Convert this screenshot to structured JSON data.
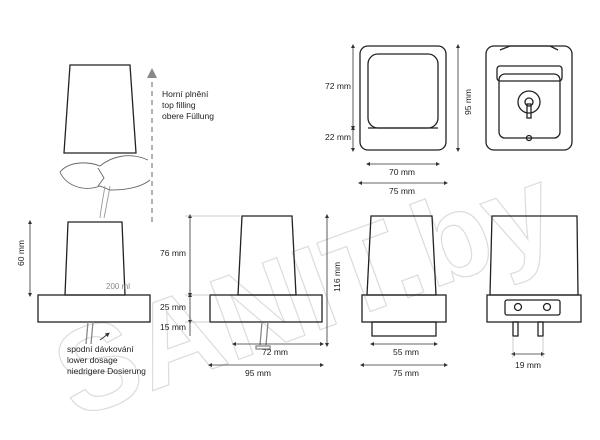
{
  "watermark": "SANIT.by",
  "notes": {
    "top_filling": [
      "Horní plnění",
      "top filling",
      "obere Füllung"
    ],
    "lower_dosage": [
      "spodní dávkování",
      "lower dosage",
      "niedrigere Dosierung"
    ]
  },
  "capacity_label": "200 ml",
  "dimensions": {
    "front_height_total": "60 mm",
    "container_height": "76 mm",
    "base_height": "25 mm",
    "nozzle_height": "15 mm",
    "overall_height": "116 mm",
    "base_width_front": "95 mm",
    "nozzle_offset": "72 mm",
    "side_base_width": "75 mm",
    "side_inner_width": "55 mm",
    "rear_mount_width": "19 mm",
    "top_container_height": "72 mm",
    "top_base_height": "22 mm",
    "top_inner_width": "70 mm",
    "top_outer_width": "75 mm",
    "top_overall_height": "95 mm"
  }
}
